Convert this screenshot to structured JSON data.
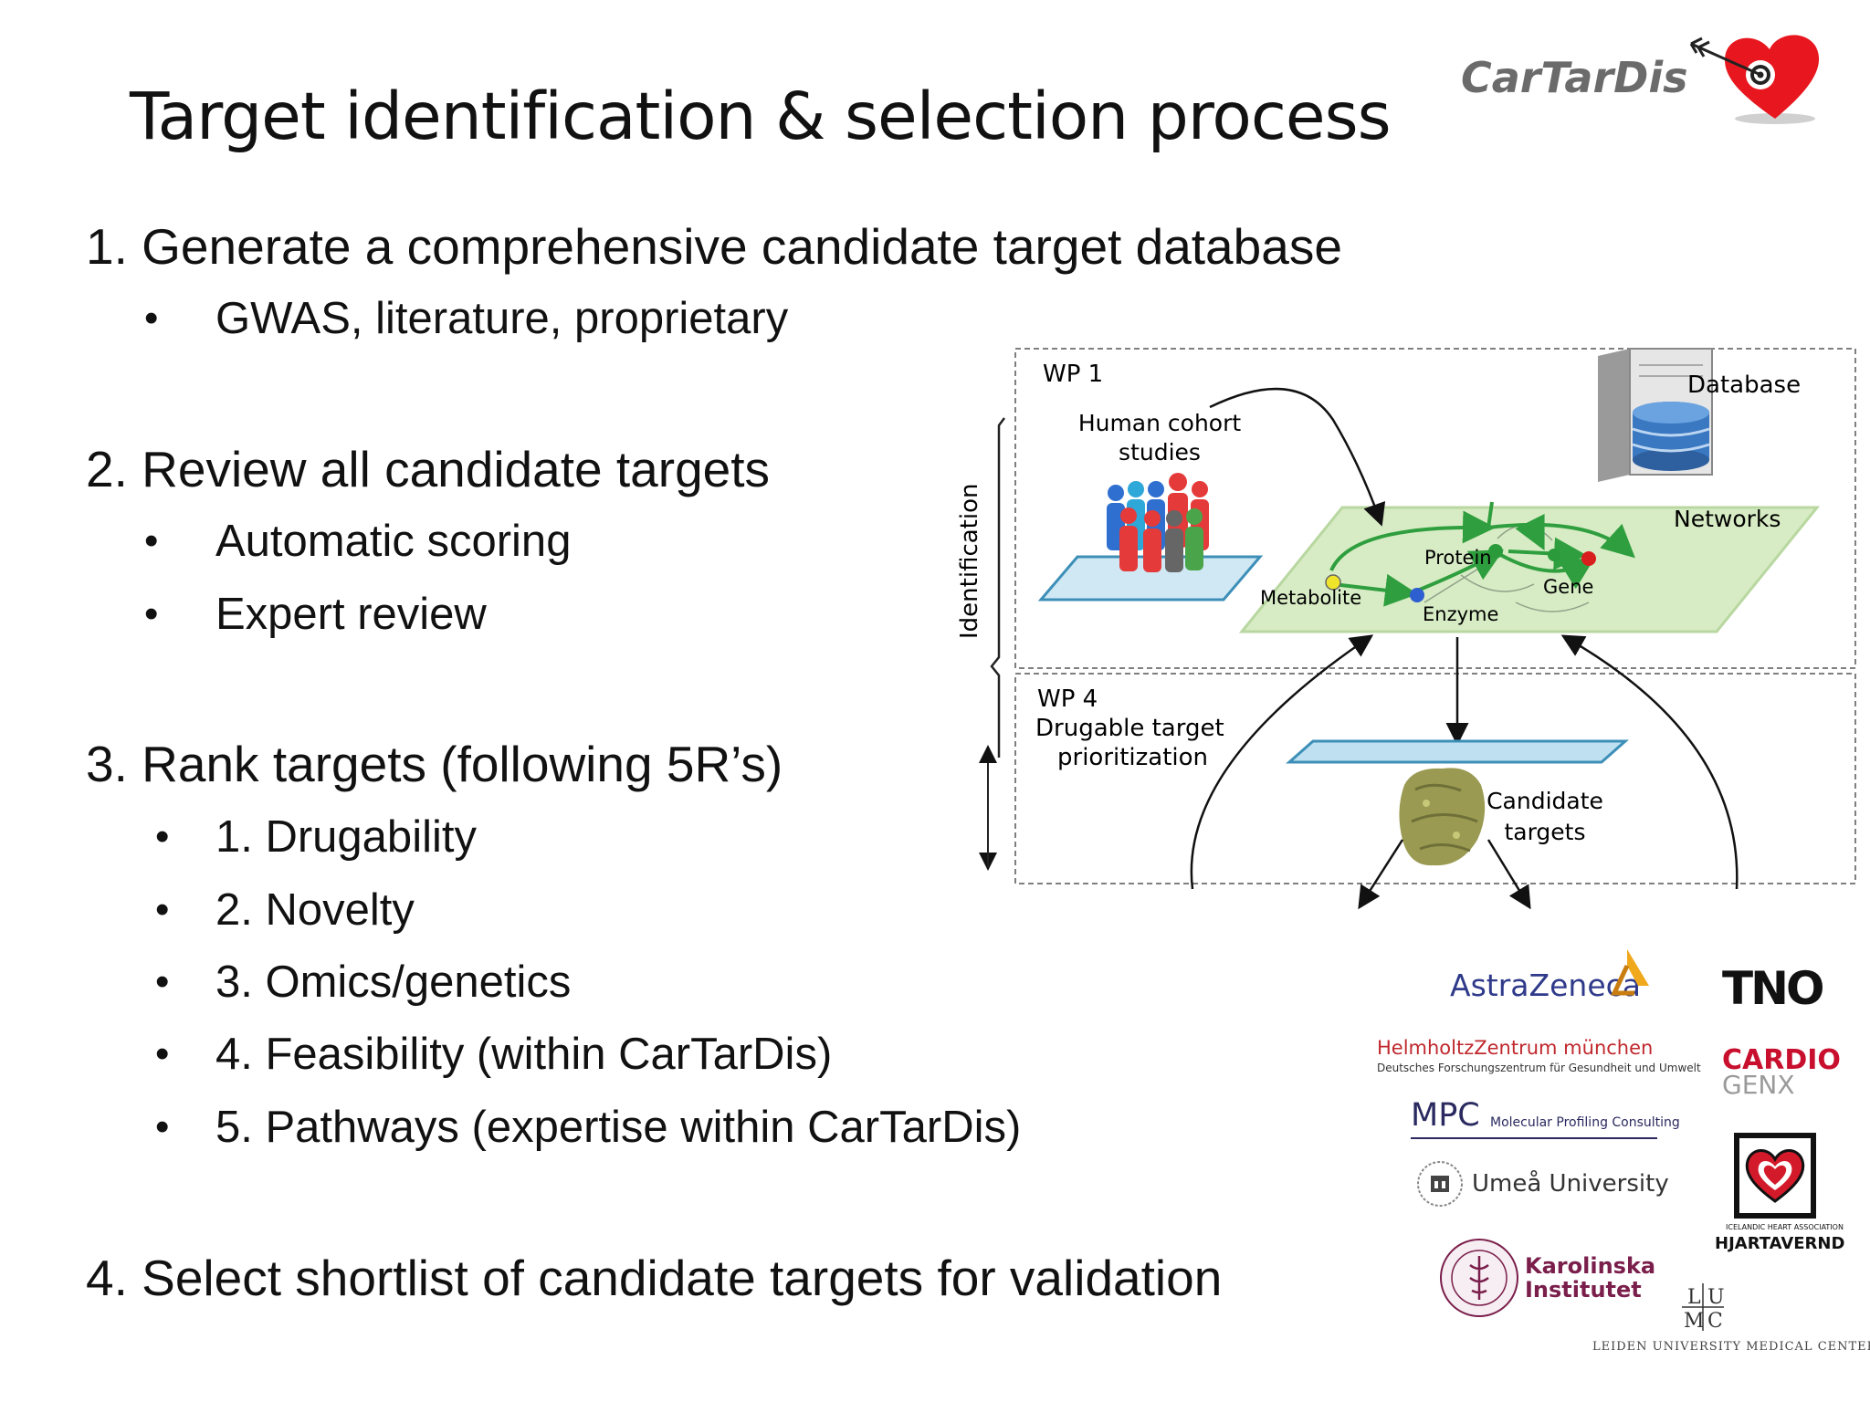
{
  "slide": {
    "title": "Target identification & selection process",
    "brand": "CarTarDis",
    "steps": [
      {
        "label": "1. Generate a comprehensive candidate target database",
        "bullets": [
          "GWAS, literature, proprietary"
        ]
      },
      {
        "label": "2. Review all candidate targets",
        "bullets": [
          "Automatic scoring",
          "Expert review"
        ]
      },
      {
        "label": "3. Rank targets (following 5R’s)",
        "bullets": [
          "1. Drugability",
          "2. Novelty",
          "3. Omics/genetics",
          "4. Feasibility (within CarTarDis)",
          "5. Pathways (expertise within CarTarDis)"
        ]
      },
      {
        "label": "4. Select shortlist of candidate targets for validation",
        "bullets": []
      }
    ],
    "bullet_char": "•"
  },
  "diagram": {
    "wp1": "WP 1",
    "human_cohort_line1": "Human cohort",
    "human_cohort_line2": "studies",
    "database": "Database",
    "networks": "Networks",
    "protein": "Protein",
    "gene": "Gene",
    "metabolite": "Metabolite",
    "enzyme": "Enzyme",
    "identification": "Identification",
    "wp4": "WP 4",
    "drugable_line1": "Drugable target",
    "drugable_line2": "prioritization",
    "candidate_line1": "Candidate",
    "candidate_line2": "targets"
  },
  "partners": {
    "astrazeneca": "AstraZeneca",
    "tno": "TNO",
    "helmholtz": "HelmholtzZentrum münchen",
    "helmholtz_sub": "Deutsches Forschungszentrum für Gesundheit und Umwelt",
    "cardio": "CARDIO",
    "genx": "GENX",
    "mpc": "MPC",
    "mpc_sub": "Molecular Profiling Consulting",
    "umea": "Umeå University",
    "hjarta_small": "ICELANDIC HEART ASSOCIATION",
    "hjarta": "HJARTAVERND",
    "karolinska": "Karolinska Institutet",
    "lumc_letters": [
      "L",
      "U",
      "M",
      "C"
    ],
    "lumc": "LEIDEN UNIVERSITY MEDICAL CENTER"
  },
  "colors": {
    "heart": "#e8171f",
    "network_green": "#2f9e3e",
    "plane_green": "#d7ecc4",
    "plane_blue": "#bfe0f0",
    "astrazeneca": "#2f3a8a",
    "cardio": "#c8102e"
  }
}
